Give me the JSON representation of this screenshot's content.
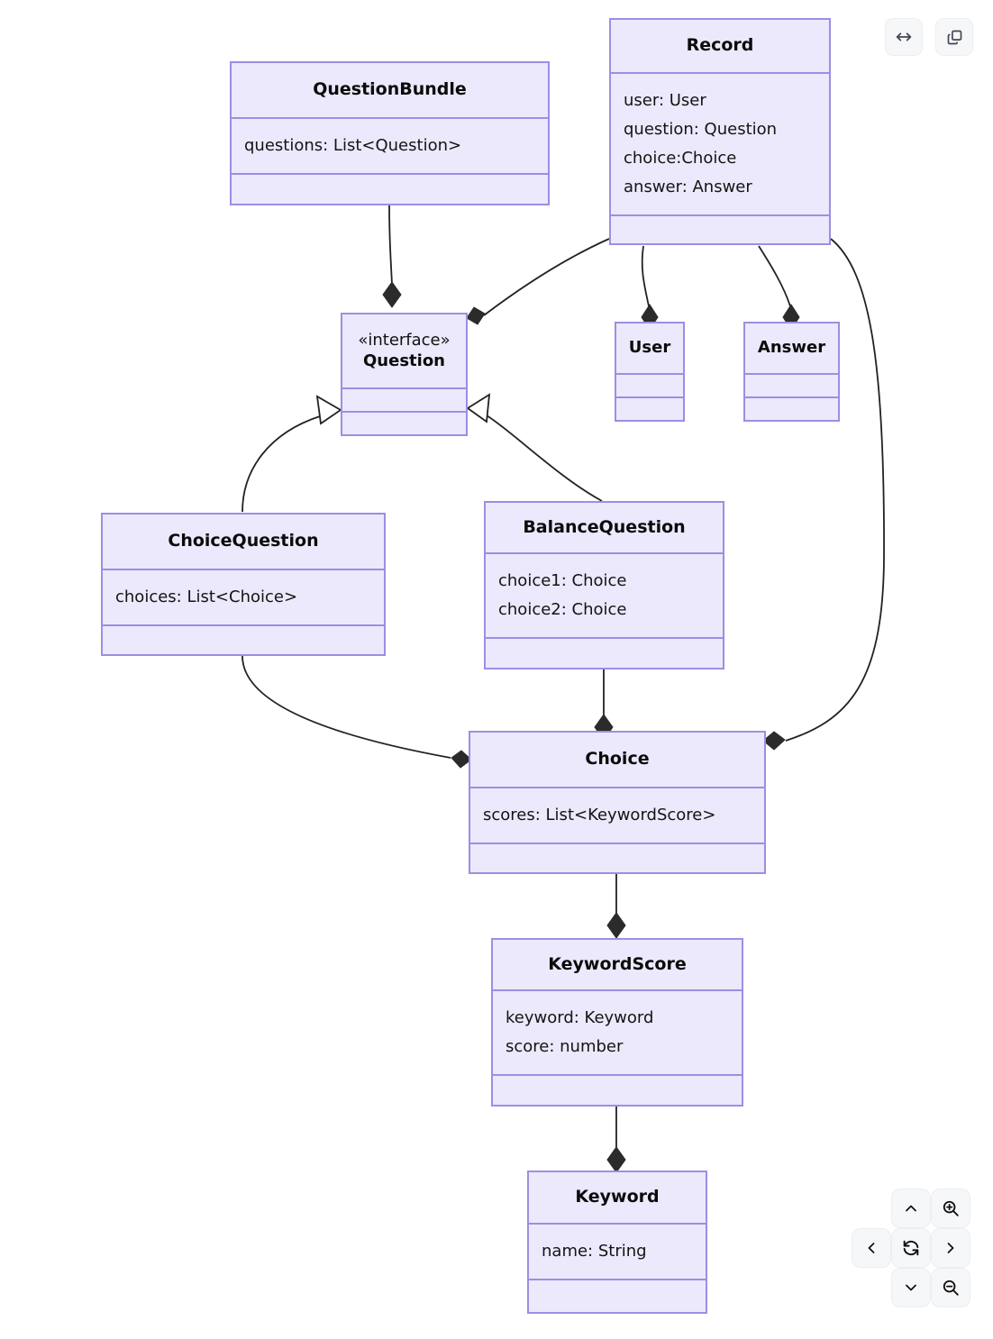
{
  "diagram": {
    "type": "uml-class-diagram",
    "classes": [
      {
        "id": "questionbundle",
        "name": "QuestionBundle",
        "stereotype": "",
        "attributes": [
          "questions: List<Question>"
        ],
        "methods": []
      },
      {
        "id": "record",
        "name": "Record",
        "stereotype": "",
        "attributes": [
          "user: User",
          "question: Question",
          "choice:Choice",
          "answer: Answer"
        ],
        "methods": []
      },
      {
        "id": "question",
        "name": "Question",
        "stereotype": "«interface»",
        "attributes": [],
        "methods": []
      },
      {
        "id": "user",
        "name": "User",
        "stereotype": "",
        "attributes": [],
        "methods": []
      },
      {
        "id": "answer",
        "name": "Answer",
        "stereotype": "",
        "attributes": [],
        "methods": []
      },
      {
        "id": "choicequestion",
        "name": "ChoiceQuestion",
        "stereotype": "",
        "attributes": [
          "choices: List<Choice>"
        ],
        "methods": []
      },
      {
        "id": "balancequestion",
        "name": "BalanceQuestion",
        "stereotype": "",
        "attributes": [
          "choice1: Choice",
          "choice2: Choice"
        ],
        "methods": []
      },
      {
        "id": "choice",
        "name": "Choice",
        "stereotype": "",
        "attributes": [
          "scores: List<KeywordScore>"
        ],
        "methods": []
      },
      {
        "id": "keywordscore",
        "name": "KeywordScore",
        "stereotype": "",
        "attributes": [
          "keyword: Keyword",
          "score: number"
        ],
        "methods": []
      },
      {
        "id": "keyword",
        "name": "Keyword",
        "stereotype": "",
        "attributes": [
          "name: String"
        ],
        "methods": []
      }
    ],
    "relationships": [
      {
        "from": "questionbundle",
        "to": "question",
        "type": "composition"
      },
      {
        "from": "record",
        "to": "question",
        "type": "composition"
      },
      {
        "from": "record",
        "to": "user",
        "type": "composition"
      },
      {
        "from": "record",
        "to": "answer",
        "type": "composition"
      },
      {
        "from": "record",
        "to": "choice",
        "type": "composition"
      },
      {
        "from": "choicequestion",
        "to": "question",
        "type": "generalization"
      },
      {
        "from": "balancequestion",
        "to": "question",
        "type": "generalization"
      },
      {
        "from": "choicequestion",
        "to": "choice",
        "type": "composition"
      },
      {
        "from": "balancequestion",
        "to": "choice",
        "type": "composition"
      },
      {
        "from": "choice",
        "to": "keywordscore",
        "type": "composition"
      },
      {
        "from": "keywordscore",
        "to": "keyword",
        "type": "composition"
      }
    ],
    "colors": {
      "node_fill": "#ebe9fb",
      "node_border": "#9b8fe3",
      "edge": "#222222",
      "text": "#0b0b0b",
      "canvas": "#ffffff"
    }
  },
  "toolbar": {
    "fit_label": "fit-width",
    "copy_label": "copy"
  },
  "controls": {
    "up_label": "pan-up",
    "down_label": "pan-down",
    "left_label": "pan-left",
    "right_label": "pan-right",
    "reset_label": "reset-view",
    "zoom_in_label": "zoom-in",
    "zoom_out_label": "zoom-out"
  }
}
